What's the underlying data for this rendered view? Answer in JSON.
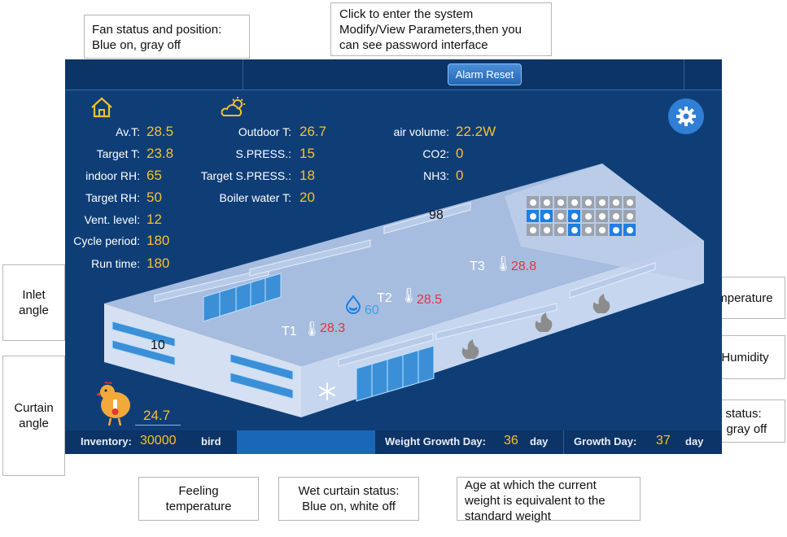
{
  "annotations": {
    "fan_status": "Fan status and position:\nBlue on, gray off",
    "system_entry": "Click to enter the system\nModify/View Parameters,then you\ncan  see password interface",
    "inlet_angle": "Inlet\nangle",
    "curtain_angle": "Curtain\nangle",
    "temperature": "Temperature",
    "humidity": "Humidity",
    "heater_status": "Heater status:\nRed on, gray off",
    "feeling_temperature": "Feeling\ntemperature",
    "wet_curtain_status": "Wet curtain status:\nBlue on, white off",
    "age_equivalent": "Age at which the current\nweight is equivalent to the\nstandard weight"
  },
  "header": {
    "alarm_reset": "Alarm Reset"
  },
  "indoor": [
    {
      "label": "Av.T:",
      "value": "28.5"
    },
    {
      "label": "Target T:",
      "value": "23.8"
    },
    {
      "label": "indoor RH:",
      "value": "65"
    },
    {
      "label": "Target RH:",
      "value": "50"
    },
    {
      "label": "Vent. level:",
      "value": "12"
    },
    {
      "label": "Cycle period:",
      "value": "180"
    },
    {
      "label": "Run time:",
      "value": "180"
    }
  ],
  "outdoor": [
    {
      "label": "Outdoor T:",
      "value": "26.7"
    },
    {
      "label": "S.PRESS.:",
      "value": "15"
    },
    {
      "label": "Target S.PRESS.:",
      "value": "18"
    },
    {
      "label": "Boiler water T:",
      "value": "20"
    }
  ],
  "air": [
    {
      "label": "air volume:",
      "value": "22.2W"
    },
    {
      "label": "CO2:",
      "value": "0"
    },
    {
      "label": "NH3:",
      "value": "0"
    }
  ],
  "house": {
    "inlet_angle": "98",
    "curtain_angle": "10",
    "humidity": "60",
    "sensors": [
      {
        "name": "T1",
        "value": "28.3"
      },
      {
        "name": "T2",
        "value": "28.5"
      },
      {
        "name": "T3",
        "value": "28.8"
      }
    ],
    "feeling_temp": "24.7",
    "fans": [
      [
        "gray",
        "gray",
        "gray",
        "gray",
        "gray",
        "gray",
        "gray",
        "gray"
      ],
      [
        "blue",
        "blue",
        "gray",
        "blue",
        "gray",
        "gray",
        "gray",
        "gray"
      ],
      [
        "gray",
        "gray",
        "gray",
        "blue",
        "gray",
        "gray",
        "blue",
        "blue"
      ]
    ]
  },
  "bottom": {
    "inventory_label": "Inventory:",
    "inventory_value": "30000",
    "inventory_unit": "bird",
    "weight_growth_label": "Weight Growth Day:",
    "weight_growth_value": "36",
    "weight_growth_unit": "day",
    "growth_day_label": "Growth Day:",
    "growth_day_value": "37",
    "growth_day_unit": "day"
  },
  "colors": {
    "panel_bg": "#0f3e77",
    "value": "#f5c22b",
    "sensor": "#e8323a",
    "humidity": "#3aa4e0",
    "fan_on": "#1e7fe0",
    "fan_off": "#9aa3ad"
  }
}
